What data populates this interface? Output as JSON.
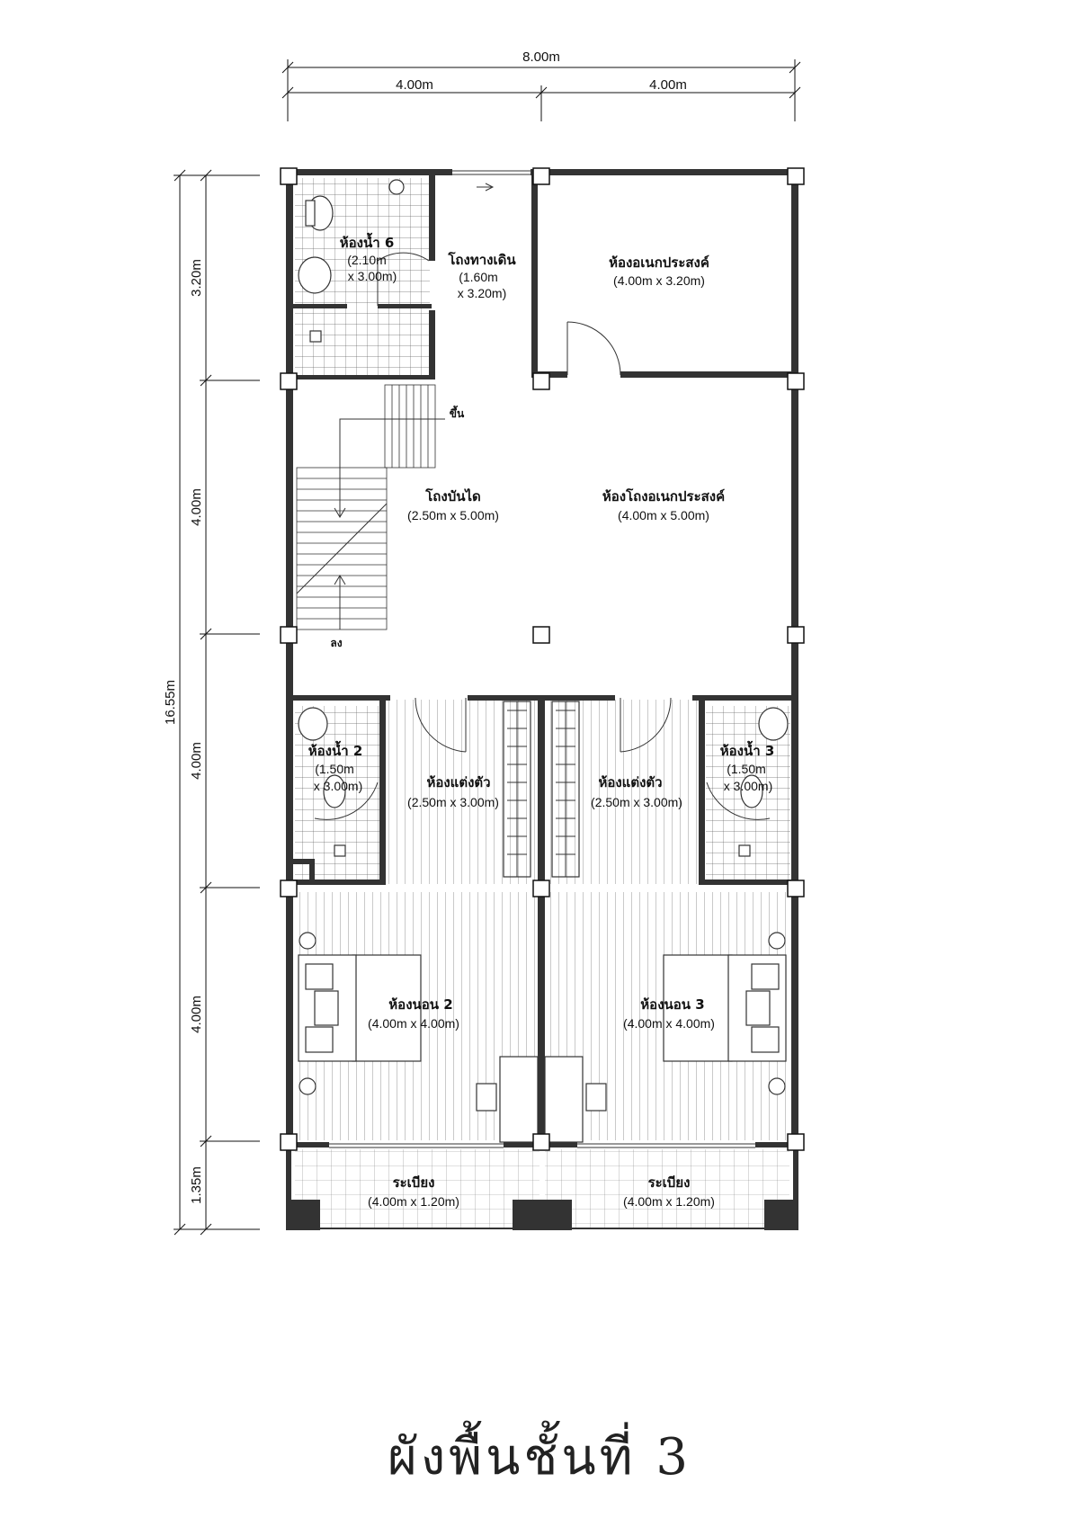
{
  "title": "ผังพื้นชั้นที่ 3",
  "dimensions": {
    "top_total": "8.00m",
    "top_left": "4.00m",
    "top_right": "4.00m",
    "left_total": "16.55m",
    "left_segments": [
      "3.20m",
      "4.00m",
      "4.00m",
      "4.00m",
      "1.35m"
    ]
  },
  "rooms": {
    "bath6": {
      "name": "ห้องน้ำ 6",
      "size_line1": "(2.10m",
      "size_line2": "x 3.00m)"
    },
    "walkway": {
      "name": "โถงทางเดิน",
      "size_line1": "(1.60m",
      "size_line2": "x 3.20m)"
    },
    "multipurpose": {
      "name": "ห้องอเนกประสงค์",
      "size": "(4.00m x 3.20m)"
    },
    "stair_hall": {
      "name": "โถงบันได",
      "size": "(2.50m x 5.00m)"
    },
    "multi_hall": {
      "name": "ห้องโถงอเนกประสงค์",
      "size": "(4.00m x 5.00m)"
    },
    "bath2": {
      "name": "ห้องน้ำ 2",
      "size_line1": "(1.50m",
      "size_line2": "x 3.00m)"
    },
    "dress_left": {
      "name": "ห้องแต่งตัว",
      "size": "(2.50m x 3.00m)"
    },
    "dress_right": {
      "name": "ห้องแต่งตัว",
      "size": "(2.50m x 3.00m)"
    },
    "bath3": {
      "name": "ห้องน้ำ 3",
      "size_line1": "(1.50m",
      "size_line2": "x 3.00m)"
    },
    "bed2": {
      "name": "ห้องนอน 2",
      "size": "(4.00m x 4.00m)"
    },
    "bed3": {
      "name": "ห้องนอน 3",
      "size": "(4.00m x 4.00m)"
    },
    "balcony_left": {
      "name": "ระเบียง",
      "size": "(4.00m x 1.20m)"
    },
    "balcony_right": {
      "name": "ระเบียง",
      "size": "(4.00m x 1.20m)"
    }
  },
  "stair_labels": {
    "up": "ขึ้น",
    "down": "ลง"
  }
}
